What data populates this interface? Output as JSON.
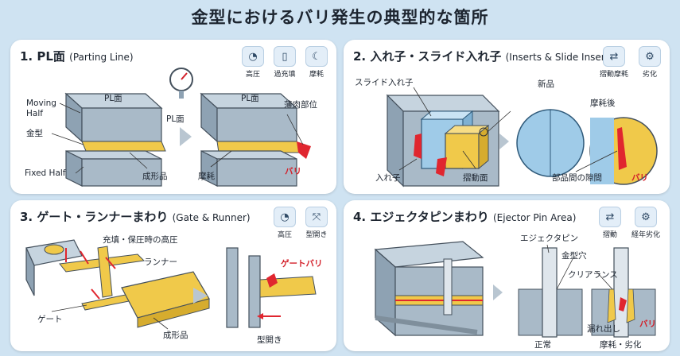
{
  "title": "金型におけるバリ発生の典型的な箇所",
  "panel1": {
    "heading": "1. PL面",
    "heading_sub": "(Parting Line)",
    "badges": [
      {
        "icon": "gauge-icon",
        "label": "高圧"
      },
      {
        "icon": "bottle-icon",
        "label": "過充填"
      },
      {
        "icon": "moon-wear-icon",
        "label": "摩耗"
      }
    ],
    "labels": {
      "moving_half": "Moving",
      "moving_half2": "Half",
      "pl_face_left": "PL面",
      "mold": "金型",
      "fixed_half": "Fixed Half",
      "molded_part": "成形品",
      "pl_face_mid": "PL面",
      "pl_face_right": "PL面",
      "thin_section": "薄肉部位",
      "wear": "摩耗",
      "burr": "バリ"
    }
  },
  "panel2": {
    "heading": "2. 入れ子・スライド入れ子",
    "heading_sub": "(Inserts & Slide Inserts)",
    "badges": [
      {
        "icon": "slide-icon",
        "label": "摺動摩耗"
      },
      {
        "icon": "gear-icon",
        "label": "劣化"
      }
    ],
    "labels": {
      "slide_insert": "スライド入れ子",
      "new_part": "新品",
      "after_wear": "摩耗後",
      "insert": "入れ子",
      "sliding_face": "摺動面",
      "gap": "部品間の隙間",
      "burr": "バリ"
    }
  },
  "panel3": {
    "heading": "3. ゲート・ランナーまわり",
    "heading_sub": "(Gate & Runner)",
    "badges": [
      {
        "icon": "gauge-icon",
        "label": "高圧"
      },
      {
        "icon": "open-arrows-icon",
        "label": "型開き"
      }
    ],
    "labels": {
      "filling_pressure": "充填・保圧時の高圧",
      "runner": "ランナー",
      "gate_burr": "ゲートバリ",
      "gate": "ゲート",
      "molded_part": "成形品",
      "mold_open": "型開き"
    }
  },
  "panel4": {
    "heading": "4. エジェクタピンまわり",
    "heading_sub": "(Ejector Pin Area)",
    "badges": [
      {
        "icon": "slide-icon",
        "label": "摺動"
      },
      {
        "icon": "gear-icon",
        "label": "経年劣化"
      }
    ],
    "labels": {
      "ejector_pin": "エジェクタピン",
      "mold_hole": "金型穴",
      "clearance": "クリアランス",
      "leak": "漏れ出し",
      "burr": "バリ",
      "normal": "正常",
      "wear_deg": "摩耗・劣化"
    }
  },
  "colors": {
    "mold_top": "#b4c5d3",
    "mold_side": "#8ea2b3",
    "part": "#f0c94a",
    "burr": "#e0262f",
    "background": "#cfe3f2"
  }
}
